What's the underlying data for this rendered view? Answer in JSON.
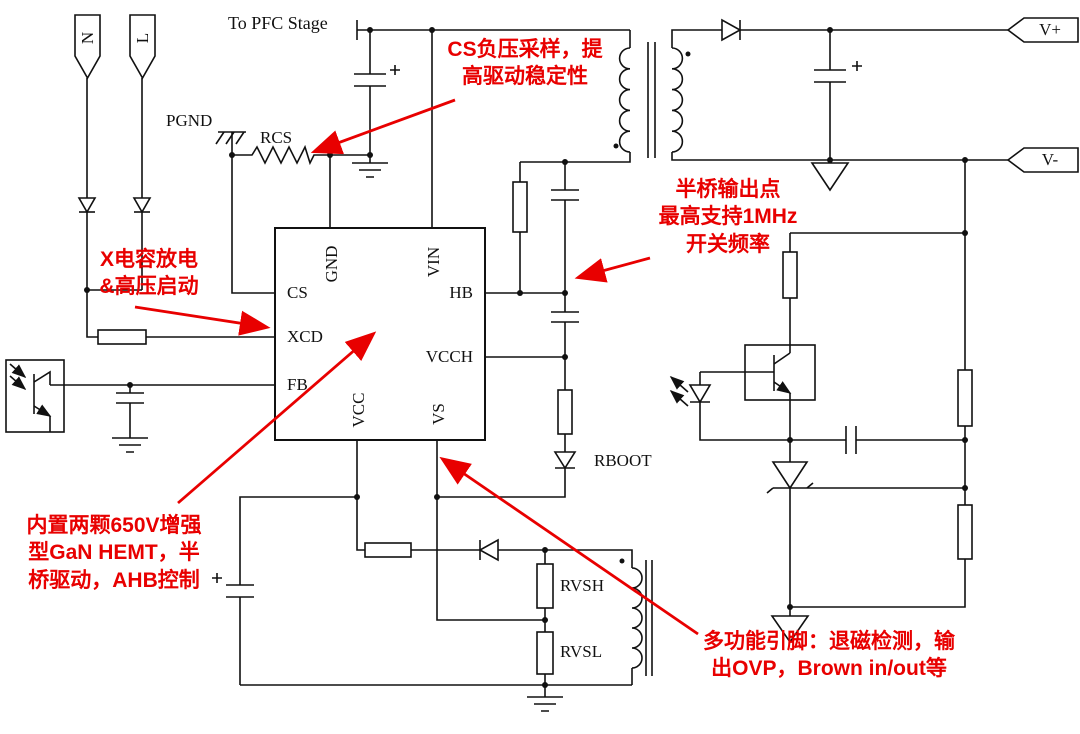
{
  "colors": {
    "annotation": "#e80000",
    "line": "#111111",
    "background": "#ffffff"
  },
  "labels": {
    "to_pfc_stage": "To PFC Stage",
    "pgnd": "PGND",
    "rcs": "RCS",
    "rboot": "RBOOT",
    "rvsh": "RVSH",
    "rvsl": "RVSL",
    "input_n": "N",
    "input_l": "L",
    "v_plus": "V+",
    "v_minus": "V-"
  },
  "ic_pins": {
    "cs": "CS",
    "xcd": "XCD",
    "fb": "FB",
    "gnd": "GND",
    "vin": "VIN",
    "hb": "HB",
    "vcch": "VCCH",
    "vcc": "VCC",
    "vs": "VS"
  },
  "annotations": {
    "cs_sampling": {
      "lines": [
        "CS负压采样，提",
        "高驱动稳定性"
      ]
    },
    "half_bridge": {
      "lines": [
        "半桥输出点",
        "最高支持1MHz",
        "开关频率"
      ]
    },
    "x_cap": {
      "lines": [
        "X电容放电",
        "&高压启动"
      ]
    },
    "gan_hemt": {
      "lines": [
        "内置两颗650V增强",
        "型GaN HEMT，半",
        "桥驱动，AHB控制"
      ]
    },
    "multi_function": {
      "lines": [
        "多功能引脚：退磁检测，输",
        "出OVP，Brown in/out等"
      ]
    }
  }
}
